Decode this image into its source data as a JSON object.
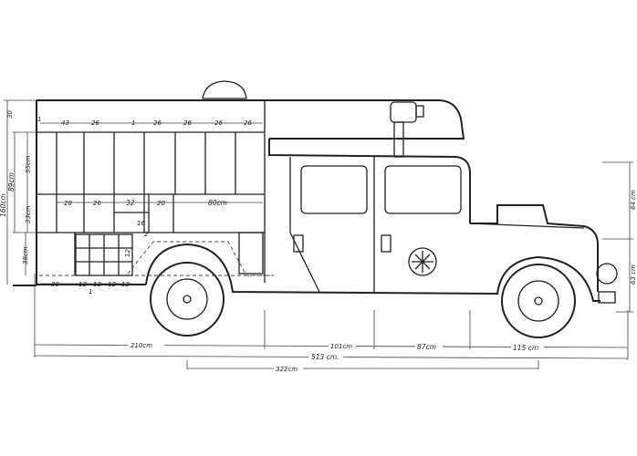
{
  "drawing": {
    "shelf_top_dims": [
      "1",
      "43",
      "26",
      "1",
      "26",
      "26",
      "26",
      "26"
    ],
    "shelf_mid_dims": [
      "28",
      "26",
      "32",
      "20",
      "80cm"
    ],
    "shelf_small_dims": [
      "16",
      "2"
    ],
    "left_heights": {
      "top": "30",
      "total": "160cm",
      "upper": "89cm",
      "upper_a": "55cm",
      "upper_b": "33cm",
      "lower": "38cm"
    },
    "bottom_small_dims": [
      "30",
      "12",
      "12",
      "12",
      "12",
      "1",
      "12"
    ],
    "lengths": {
      "rear_overhang": "210cm",
      "mid": "101cm",
      "cab": "87cm",
      "front": "115 cm",
      "total": "513 cm.",
      "wheelbase": "322cm"
    },
    "right_heights": {
      "upper": "64 cm",
      "lower": "63 cm"
    }
  }
}
